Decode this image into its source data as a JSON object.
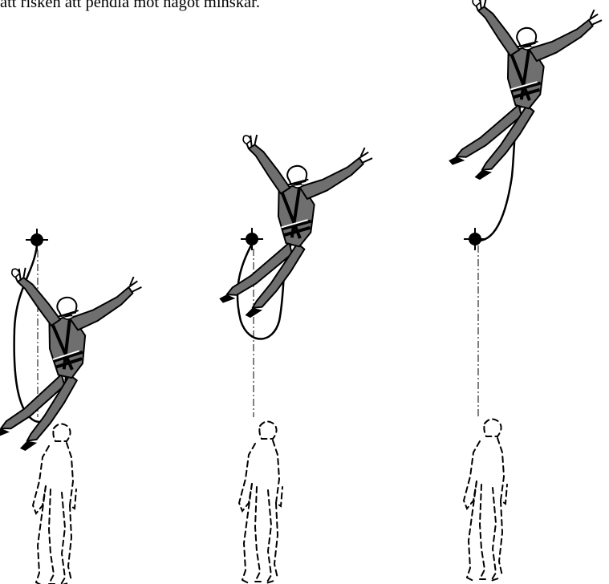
{
  "caption": "att risken att pendla mot något minskar.",
  "colors": {
    "ink": "#000000",
    "suit": "#6f6f6f",
    "helmet": "#ffffff",
    "background": "#ffffff"
  },
  "scenes": [
    {
      "id": "scene-1",
      "anchor_icon": "anchor-point-icon",
      "rope": "long-lanyard",
      "worker": "falling-worker-icon",
      "ghost": "standing-worker-outline-icon"
    },
    {
      "id": "scene-2",
      "anchor_icon": "anchor-point-icon",
      "rope": "looped-lanyard",
      "worker": "falling-worker-icon",
      "ghost": "standing-worker-outline-icon"
    },
    {
      "id": "scene-3",
      "anchor_icon": "anchor-point-icon",
      "rope": "short-lanyard",
      "worker": "falling-worker-icon",
      "ghost": "standing-worker-outline-icon"
    }
  ]
}
